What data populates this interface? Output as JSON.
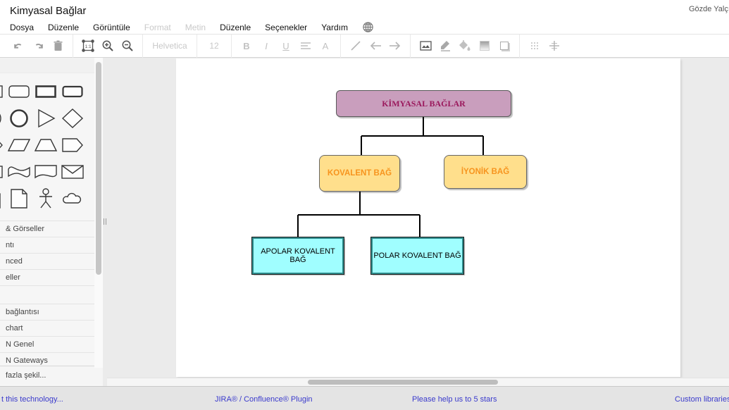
{
  "header": {
    "title": "Kimyasal Bağlar",
    "user": "Gözde Yalçın",
    "menus": [
      {
        "label": "Dosya",
        "enabled": true
      },
      {
        "label": "Düzenle",
        "enabled": true
      },
      {
        "label": "Görüntüle",
        "enabled": true
      },
      {
        "label": "Format",
        "enabled": false
      },
      {
        "label": "Metin",
        "enabled": false
      },
      {
        "label": "Düzenle",
        "enabled": true
      },
      {
        "label": "Seçenekler",
        "enabled": true
      },
      {
        "label": "Yardım",
        "enabled": true
      }
    ]
  },
  "toolbar": {
    "font_name": "Helvetica",
    "font_size": "12",
    "icons": [
      "undo",
      "redo",
      "delete",
      "actual-size",
      "zoom-in",
      "zoom-out",
      "bold",
      "italic",
      "underline",
      "horizontal-align",
      "font-color",
      "line",
      "edge-arrow-left",
      "edge-arrow-right",
      "image",
      "line-color",
      "fill-color",
      "gradient",
      "shadow",
      "grid",
      "guides"
    ]
  },
  "sidebar": {
    "shapes": [
      "rectangle",
      "rounded-rectangle",
      "bold-rectangle",
      "bold-rounded-rectangle",
      "ellipse",
      "circle",
      "triangle",
      "diamond",
      "chevron",
      "parallelogram",
      "trapezoid",
      "step-arrow",
      "rectangle",
      "banner",
      "document",
      "envelope",
      "note",
      "note",
      "actor",
      "cloud"
    ],
    "categories": [
      {
        "label": "& Görseller"
      },
      {
        "label": "ntı"
      },
      {
        "label": "nced"
      },
      {
        "label": "eller"
      },
      {
        "label": ""
      },
      {
        "label": "bağlantısı"
      },
      {
        "label": "chart"
      },
      {
        "label": "N Genel"
      },
      {
        "label": "N Gateways"
      }
    ],
    "more_shapes_label": "fazla şekil..."
  },
  "canvas": {
    "diagram": {
      "nodes": [
        {
          "id": "kimyasal",
          "label": "KİMYASAL BAĞLAR",
          "fill": "#C99EBD",
          "stroke": "#5A5A5A",
          "text_color": "#9A185C",
          "shape": "rounded-rectangle"
        },
        {
          "id": "kovalent",
          "label": "KOVALENT BAĞ",
          "fill": "#FFDF8C",
          "stroke": "#666666",
          "text_color": "#F7941E",
          "shape": "rounded-rectangle"
        },
        {
          "id": "iyonik",
          "label": "İYONİK BAĞ",
          "fill": "#FFDF8C",
          "stroke": "#666666",
          "text_color": "#F7941E",
          "shape": "rounded-rectangle"
        },
        {
          "id": "apolar",
          "label": "APOLAR KOVALENT BAĞ",
          "fill": "#A0FEFF",
          "stroke": "#2E8B8B",
          "text_color": "#000000",
          "shape": "rectangle"
        },
        {
          "id": "polar",
          "label": "POLAR KOVALENT BAĞ",
          "fill": "#A0FEFF",
          "stroke": "#2E8B8B",
          "text_color": "#000000",
          "shape": "rectangle"
        }
      ],
      "edges": [
        {
          "from": "kimyasal",
          "to": "kovalent"
        },
        {
          "from": "kimyasal",
          "to": "iyonik"
        },
        {
          "from": "kovalent",
          "to": "apolar"
        },
        {
          "from": "kovalent",
          "to": "polar"
        }
      ],
      "edge_color": "#000000"
    }
  },
  "footer": {
    "links": [
      {
        "label": "t this technology..."
      },
      {
        "label": "JIRA® / Confluence® Plugin"
      },
      {
        "label": "Please help us to 5 stars"
      },
      {
        "label": "Custom libraries"
      }
    ]
  }
}
